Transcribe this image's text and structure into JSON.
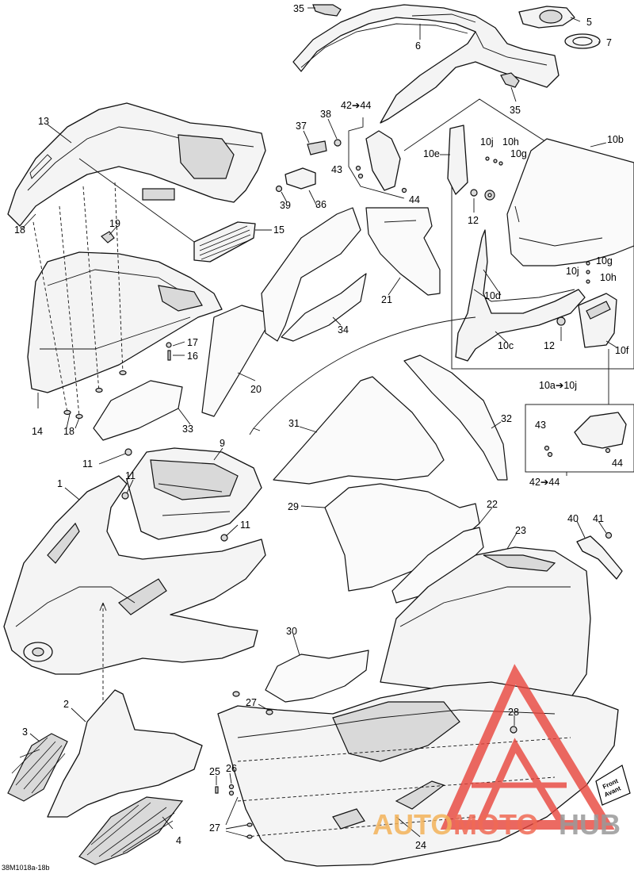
{
  "document_code": "38M1018a-18b",
  "watermark": {
    "part1": "AUTO",
    "part2": "MOTO",
    "part3": "HUB"
  },
  "front_tag": {
    "line1": "Front",
    "line2": "Avant"
  },
  "colors": {
    "watermark_red": "#e8453c",
    "watermark_orange": "#f3b35a",
    "watermark_grey": "#8a8a8a"
  },
  "callouts": {
    "c35a": "35",
    "c5": "5",
    "c6": "6",
    "c7": "7",
    "c35b": "35",
    "c13": "13",
    "c37": "37",
    "c38": "38",
    "c42_44a": "42➔44",
    "c43a": "43",
    "c44a": "44",
    "c36": "36",
    "c39": "39",
    "c10e": "10e",
    "c10j_a": "10j",
    "c10h_a": "10h",
    "c10g_a": "10g",
    "c10b": "10b",
    "c12a": "12",
    "c10g_b": "10g",
    "c10j_b": "10j",
    "c10h_b": "10h",
    "c10d": "10d",
    "c10c": "10c",
    "c12b": "12",
    "c10f": "10f",
    "c10a_10j": "10a➔10j",
    "c18a": "18",
    "c19": "19",
    "c15": "15",
    "c21": "21",
    "c34": "34",
    "c17": "17",
    "c16": "16",
    "c20": "20",
    "c14": "14",
    "c18b": "18",
    "c33": "33",
    "c31": "31",
    "c32": "32",
    "c9": "9",
    "c11a": "11",
    "c11b": "11",
    "c11c": "11",
    "c1": "1",
    "c43b": "43",
    "c44b": "44",
    "c42_44b": "42➔44",
    "c29": "29",
    "c22": "22",
    "c40": "40",
    "c41": "41",
    "c23": "23",
    "c30": "30",
    "c2": "2",
    "c3": "3",
    "c27a": "27",
    "c28": "28",
    "c25": "25",
    "c26": "26",
    "c4": "4",
    "c27b": "27",
    "c24": "24"
  }
}
